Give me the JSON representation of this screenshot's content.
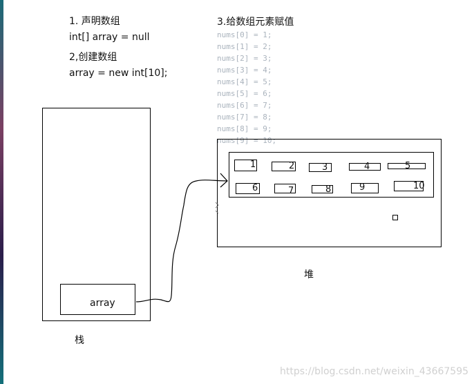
{
  "steps": {
    "declare_title": "1. 声明数组",
    "declare_code": "int[] array =  null",
    "create_title": "2,创建数组",
    "create_code": "array = new int[10];",
    "assign_title": "3.给数组元素赋值"
  },
  "assignments": [
    "nums[0] = 1;",
    "nums[1] = 2;",
    "nums[2] = 3;",
    "nums[3] = 4;",
    "nums[4] = 5;",
    "nums[5] = 6;",
    "nums[6] = 7;",
    "nums[7] = 8;",
    "nums[8] = 9;",
    "nums[9] = 10;"
  ],
  "stack": {
    "variable": "array",
    "label": "栈"
  },
  "heap": {
    "label": "堆",
    "cells": [
      "1",
      "2",
      "3",
      "4",
      "5",
      "6",
      "7",
      "8",
      "9",
      "10"
    ]
  },
  "watermark": "https://blog.csdn.net/weixin_43667595",
  "colors": {
    "code_text": "#aab3bd",
    "watermark": "#d0d0d0"
  }
}
